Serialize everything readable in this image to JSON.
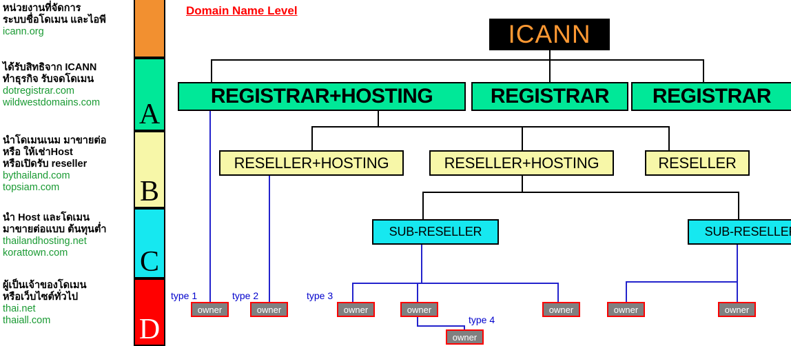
{
  "title": "Domain Name Level",
  "sidebar": {
    "blocks": [
      {
        "id": "icann-desc",
        "thai": [
          "หน่วยงานที่จัดการ",
          "ระบบชื่อโดเมน และไอพี"
        ],
        "domains": [
          "icann.org"
        ]
      },
      {
        "id": "registrar-desc",
        "thai": [
          "ได้รับสิทธิจาก ICANN",
          "ทำธุรกิจ รับจดโดเมน"
        ],
        "domains": [
          "dotregistrar.com",
          "wildwestdomains.com"
        ]
      },
      {
        "id": "reseller-desc",
        "thai": [
          "นำโดเมนเนม มาขายต่อ",
          "หรือ ให้เช่าHost",
          "หรือเปิดรับ reseller"
        ],
        "domains": [
          "bythailand.com",
          "topsiam.com"
        ]
      },
      {
        "id": "subreseller-desc",
        "thai": [
          "นำ Host และโดเมน",
          "มาขายต่อแบบ ต้นทุนต่ำ"
        ],
        "domains": [
          "thailandhosting.net",
          "korattown.com"
        ]
      },
      {
        "id": "owner-desc",
        "thai": [
          "ผู้เป็นเจ้าของโดเมน",
          "หรือเว็บไซต์ทั่วไป"
        ],
        "domains": [
          "thai.net",
          "thaiall.com"
        ]
      }
    ]
  },
  "legend": {
    "segments": [
      {
        "letter": "",
        "color": "#f29030",
        "text_color": "#000000"
      },
      {
        "letter": "A",
        "color": "#00e898",
        "text_color": "#000000"
      },
      {
        "letter": "B",
        "color": "#f7f7a8",
        "text_color": "#000000"
      },
      {
        "letter": "C",
        "color": "#16e8f0",
        "text_color": "#000000"
      },
      {
        "letter": "D",
        "color": "#ff0000",
        "text_color": "#ffffff"
      }
    ]
  },
  "diagram": {
    "root": {
      "label": "ICANN",
      "bg": "#000000",
      "fg": "#ff9933"
    },
    "registrars": [
      {
        "label": "REGISTRAR+HOSTING"
      },
      {
        "label": "REGISTRAR"
      },
      {
        "label": "REGISTRAR"
      }
    ],
    "resellers": [
      {
        "label": "RESELLER+HOSTING"
      },
      {
        "label": "RESELLER+HOSTING"
      },
      {
        "label": "RESELLER"
      }
    ],
    "subresellers": [
      {
        "label": "SUB-RESELLER"
      },
      {
        "label": "SUB-RESELLER"
      }
    ],
    "owners": [
      {
        "label": "owner"
      },
      {
        "label": "owner"
      },
      {
        "label": "owner"
      },
      {
        "label": "owner"
      },
      {
        "label": "owner"
      },
      {
        "label": "owner"
      },
      {
        "label": "owner"
      }
    ],
    "type_labels": [
      {
        "label": "type 1"
      },
      {
        "label": "type 2"
      },
      {
        "label": "type 3"
      },
      {
        "label": "type 4"
      }
    ],
    "colors": {
      "registrar_bg": "#00e898",
      "reseller_bg": "#f7f7a8",
      "subreseller_bg": "#16e8f0",
      "owner_bg": "#808080",
      "owner_border": "#ff0000",
      "line_black": "#000000",
      "line_blue": "#2222cc",
      "title_color": "#ff0000",
      "domain_text": "#1a9a33"
    }
  }
}
